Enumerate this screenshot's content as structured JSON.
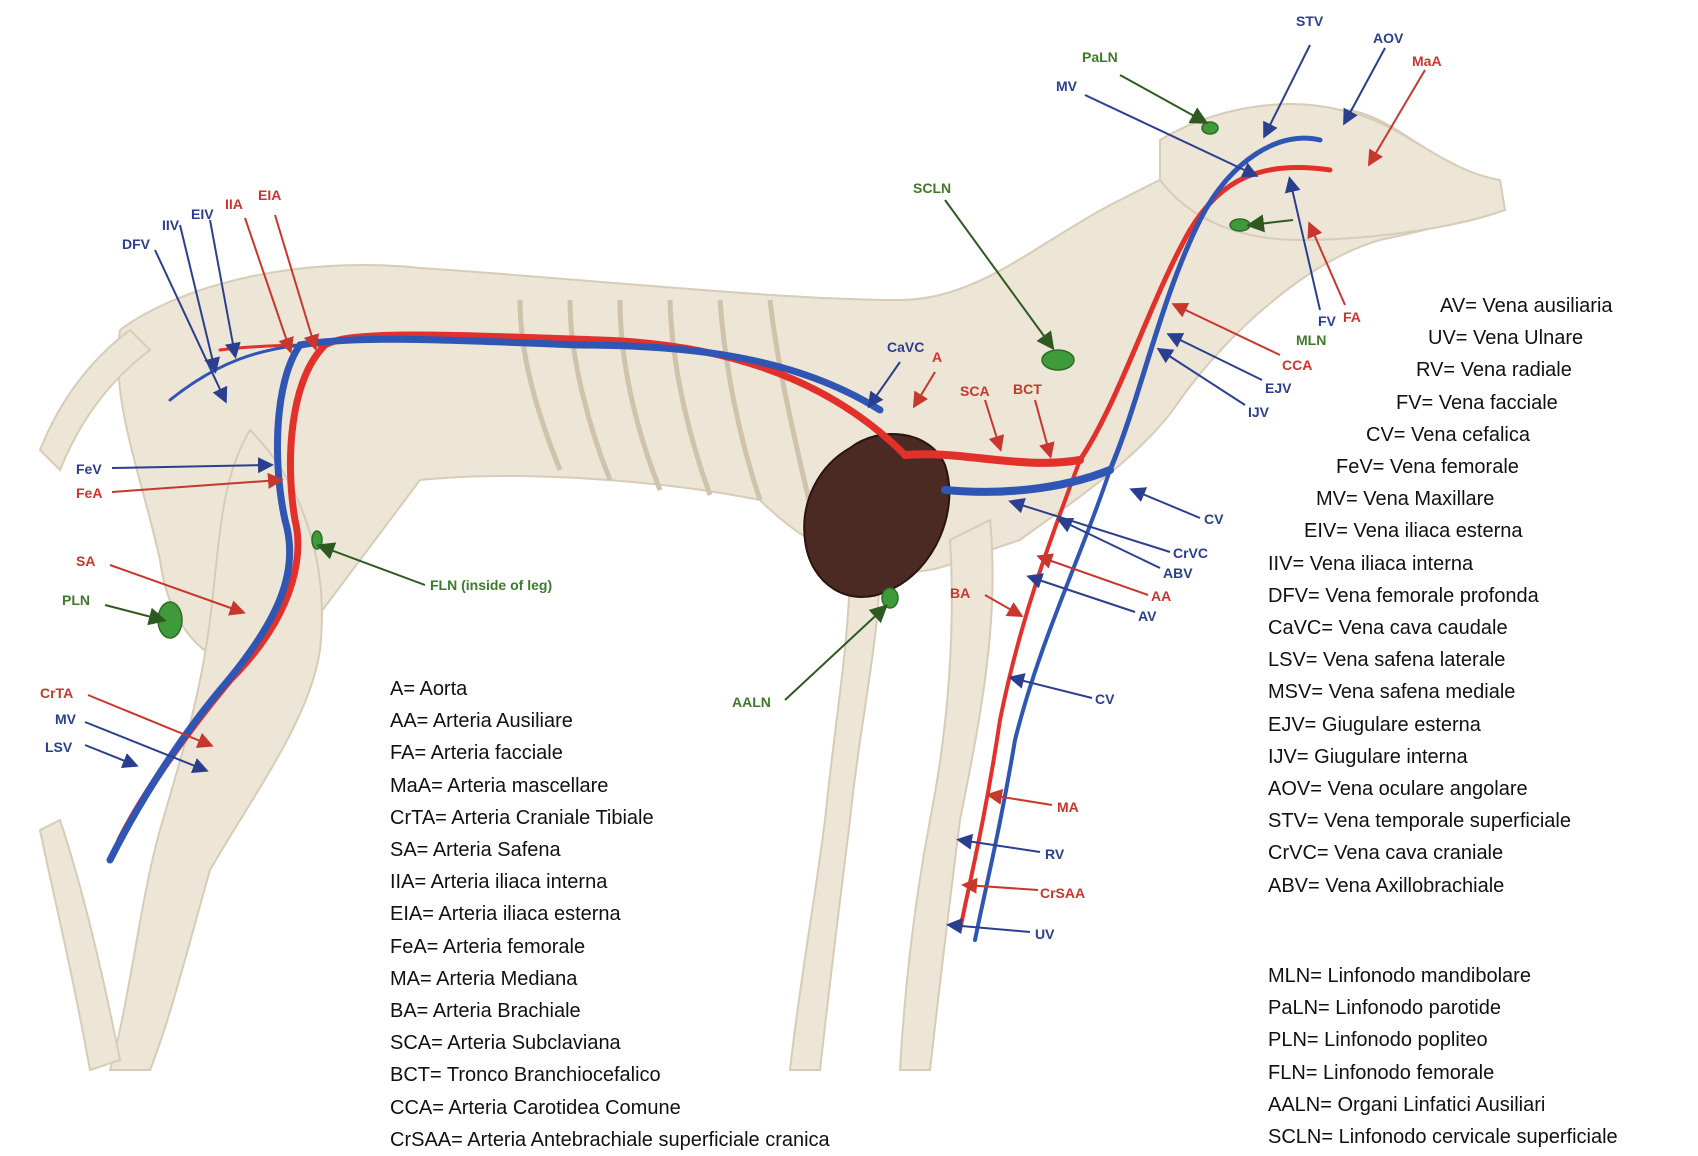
{
  "image_labels": {
    "STV": "STV",
    "AOV": "AOV",
    "MaA": "MaA",
    "PaLN": "PaLN",
    "MV_head": "MV",
    "SCLN": "SCLN",
    "EIA": "EIA",
    "IIA": "IIA",
    "EIV": "EIV",
    "IIV": "IIV",
    "DFV": "DFV",
    "CaVC": "CaVC",
    "A": "A",
    "SCA": "SCA",
    "BCT": "BCT",
    "MLN": "MLN",
    "FV": "FV",
    "FA": "FA",
    "CCA": "CCA",
    "EJV": "EJV",
    "IJV": "IJV",
    "FeV": "FeV",
    "FeA": "FeA",
    "SA": "SA",
    "PLN": "PLN",
    "FLN": "FLN (inside of leg)",
    "CV_upper": "CV",
    "CrVC": "CrVC",
    "ABV": "ABV",
    "AA": "AA",
    "AV": "AV",
    "BA": "BA",
    "AALN": "AALN",
    "CV_lower": "CV",
    "CrTA": "CrTA",
    "MV_leg": "MV",
    "LSV": "LSV",
    "MA": "MA",
    "RV": "RV",
    "CrSAA": "CrSAA",
    "UV": "UV"
  },
  "legend_arteries": [
    "A= Aorta",
    "AA= Arteria Ausiliare",
    "FA= Arteria facciale",
    "MaA= Arteria mascellare",
    "CrTA= Arteria Craniale Tibiale",
    "SA= Arteria Safena",
    "IIA= Arteria iliaca interna",
    "EIA= Arteria iliaca esterna",
    "FeA= Arteria femorale",
    "MA= Arteria Mediana",
    "BA= Arteria Brachiale",
    "SCA= Arteria Subclaviana",
    "BCT= Tronco Branchiocefalico",
    "CCA= Arteria Carotidea Comune",
    "CrSAA= Arteria Antebrachiale superficiale cranica"
  ],
  "legend_veins": [
    "AV= Vena ausiliaria",
    "UV= Vena Ulnare",
    "RV= Vena radiale",
    "FV= Vena facciale",
    "CV= Vena cefalica",
    "FeV= Vena femorale",
    "MV= Vena Maxillare",
    "EIV= Vena iliaca esterna",
    "IIV= Vena iliaca interna",
    "DFV= Vena femorale profonda",
    "CaVC= Vena cava caudale",
    "LSV= Vena safena laterale",
    "MSV= Vena safena mediale",
    "EJV= Giugulare esterna",
    "IJV= Giugulare interna",
    "AOV= Vena oculare angolare",
    "STV= Vena temporale superficiale",
    "CrVC= Vena cava craniale",
    "ABV= Vena Axillobrachiale"
  ],
  "legend_lymph": [
    "MLN= Linfonodo mandibolare",
    "PaLN= Linfonodo parotide",
    "PLN= Linfonodo popliteo",
    "FLN= Linfonodo femorale",
    "AALN= Organi Linfatici Ausiliari",
    "SCLN= Linfonodo cervicale superficiale"
  ],
  "colors": {
    "artery": "#e2312b",
    "vein": "#2f56b4",
    "lymph": "#3f9a3a",
    "bone": "#ece4d4",
    "heart": "#4a2a22"
  }
}
